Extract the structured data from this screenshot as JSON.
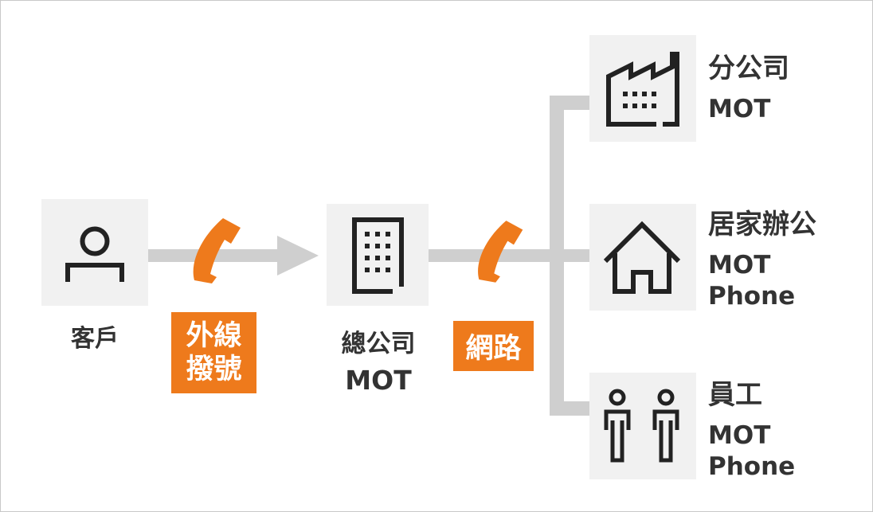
{
  "nodes": {
    "customer": {
      "label": "客戶",
      "icon": "person-icon"
    },
    "headquarters": {
      "label": "總公司",
      "sublabel": "MOT",
      "icon": "office-building-icon"
    },
    "branch": {
      "label": "分公司",
      "sublabel": "MOT",
      "icon": "factory-icon"
    },
    "home_office": {
      "label": "居家辦公",
      "sublabel_1": "MOT",
      "sublabel_2": "Phone",
      "icon": "house-icon"
    },
    "staff": {
      "label": "員工",
      "sublabel_1": "MOT",
      "sublabel_2": "Phone",
      "icon": "people-icon"
    }
  },
  "connections": {
    "external_call": {
      "line_1": "外線",
      "line_2": "撥號",
      "icon": "phone-handset-icon"
    },
    "network": {
      "label": "網路",
      "icon": "phone-handset-icon"
    }
  },
  "colors": {
    "accent": "#ee7a1c",
    "connector": "#cfcfcf",
    "tile": "#f1f1f1",
    "icon_stroke": "#222222",
    "text": "#333333"
  }
}
